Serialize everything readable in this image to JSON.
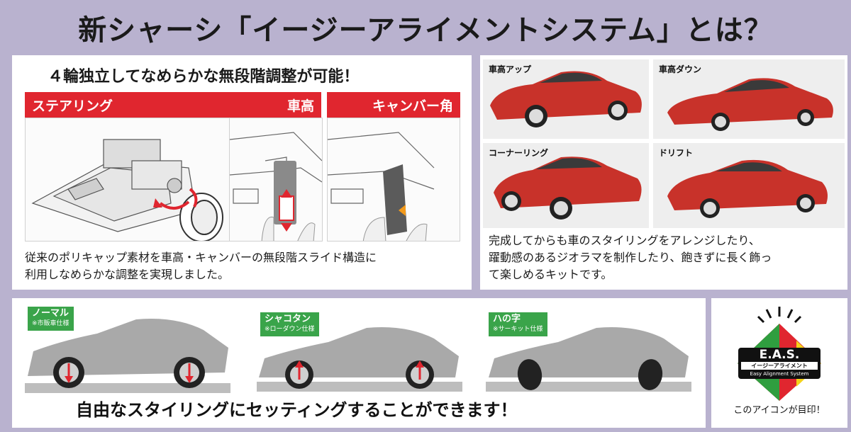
{
  "title": "新シャーシ「イージーアライメントシステム」とは？",
  "left_panel": {
    "heading": "４輪独立してなめらかな無段階調整が可能！",
    "labels": {
      "steering": "ステアリング",
      "height": "車高",
      "camber": "キャンバー角"
    },
    "caption_line1": "従来のポリキャップ素材を車高・キャンバーの無段階スライド構造に",
    "caption_line2": "利用しなめらかな調整を実現しました。"
  },
  "right_panel": {
    "photos": [
      {
        "label": "車高アップ"
      },
      {
        "label": "車高ダウン"
      },
      {
        "label": "コーナーリング"
      },
      {
        "label": "ドリフト"
      }
    ],
    "caption_line1": "完成してからも車のスタイリングをアレンジしたり、",
    "caption_line2": "躍動感のあるジオラマを制作したり、飽きずに長く飾っ",
    "caption_line3": "て楽しめるキットです。"
  },
  "bottom_panel": {
    "styles": [
      {
        "name": "ノーマル",
        "sub": "※市販車仕様"
      },
      {
        "name": "シャコタン",
        "sub": "※ローダウン仕様"
      },
      {
        "name": "ハの字",
        "sub": "※サーキット仕様"
      }
    ],
    "text": "自由なスタイリングにセッティングすることができます！"
  },
  "icon_panel": {
    "logo_main": "E.A.S.",
    "logo_kana": "イージーアライメント",
    "logo_en": "Easy Alignment System",
    "caption": "このアイコンが目印！"
  },
  "colors": {
    "background": "#b9b2cf",
    "label_red": "#e0262f",
    "car_red": "#c8322a",
    "tag_green": "#3aa44a"
  }
}
